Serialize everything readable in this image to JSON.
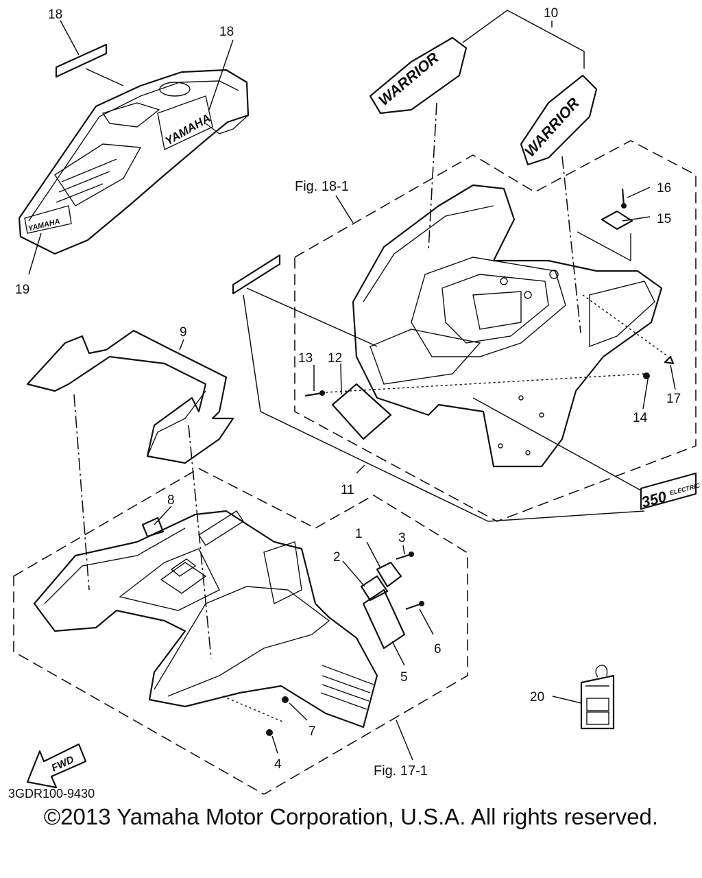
{
  "callouts": [
    {
      "id": "18a",
      "text": "18"
    },
    {
      "id": "18b",
      "text": "18"
    },
    {
      "id": "19",
      "text": "19"
    },
    {
      "id": "10",
      "text": "10"
    },
    {
      "id": "16",
      "text": "16"
    },
    {
      "id": "15",
      "text": "15"
    },
    {
      "id": "9",
      "text": "9"
    },
    {
      "id": "13",
      "text": "13"
    },
    {
      "id": "12",
      "text": "12"
    },
    {
      "id": "14",
      "text": "14"
    },
    {
      "id": "17",
      "text": "17"
    },
    {
      "id": "11",
      "text": "11"
    },
    {
      "id": "8",
      "text": "8"
    },
    {
      "id": "3",
      "text": "3"
    },
    {
      "id": "1",
      "text": "1"
    },
    {
      "id": "2",
      "text": "2"
    },
    {
      "id": "6",
      "text": "6"
    },
    {
      "id": "5",
      "text": "5"
    },
    {
      "id": "7",
      "text": "7"
    },
    {
      "id": "4",
      "text": "4"
    },
    {
      "id": "20",
      "text": "20"
    }
  ],
  "figure_refs": {
    "rear": "Fig. 18-1",
    "front": "Fig. 17-1"
  },
  "decals": {
    "yamaha_tank": "YAMAHA",
    "yamaha_seat": "YAMAHA",
    "warrior": "WARRIOR",
    "model_badge": "350",
    "model_badge_sub": "ELECTRIC",
    "fwd": "FWD"
  },
  "diagram_code": "3GDR100-9430",
  "copyright": "©2013 Yamaha Motor Corporation, U.S.A. All rights reserved."
}
